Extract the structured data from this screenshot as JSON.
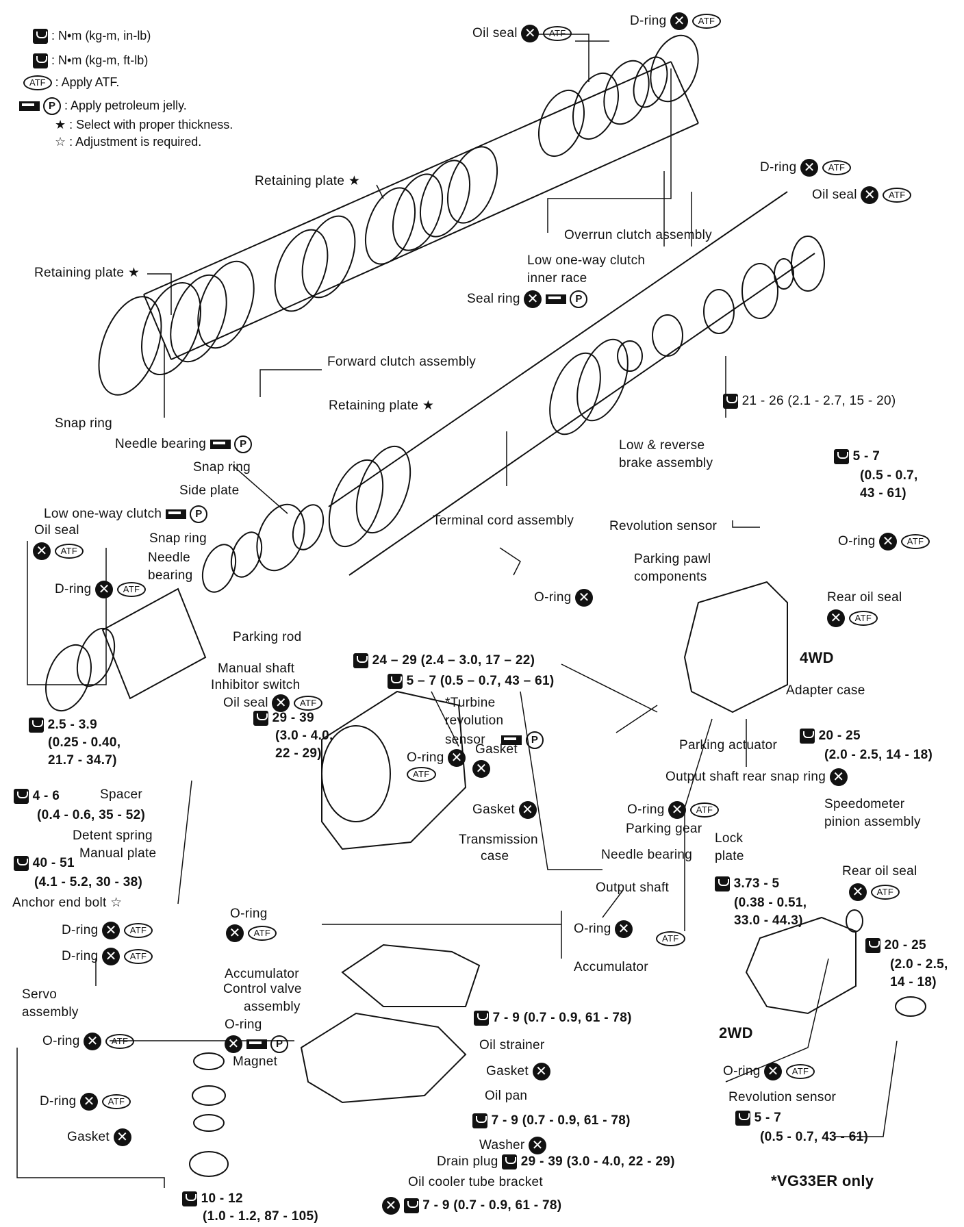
{
  "legend": {
    "torque_in_lb": ": N•m (kg-m, in-lb)",
    "torque_ft_lb": ": N•m (kg-m, ft-lb)",
    "atf_symbol": "ATF",
    "atf": ": Apply ATF.",
    "petroleum_jelly": ": Apply petroleum jelly.",
    "petroleum_symbol": "P",
    "select_symbol": "★",
    "select": ": Select with proper thickness.",
    "adjust_symbol": "☆",
    "adjust": ": Adjustment is required."
  },
  "labels": {
    "oil_seal_top": "Oil seal",
    "d_ring_top": "D-ring",
    "retaining_plate_1": "Retaining plate ★",
    "d_ring_right": "D-ring",
    "oil_seal_right": "Oil seal",
    "overrun_clutch": "Overrun clutch assembly",
    "retaining_plate_2": "Retaining plate ★",
    "low_one_way_clutch_inner_1": "Low one-way clutch",
    "low_one_way_clutch_inner_2": "inner race",
    "seal_ring": "Seal ring",
    "forward_clutch": "Forward clutch assembly",
    "torque_21_26": "21 - 26 (2.1 - 2.7, 15 - 20)",
    "snap_ring_1": "Snap ring",
    "retaining_plate_3": "Retaining plate ★",
    "needle_bearing_1": "Needle bearing",
    "low_reverse_1": "Low & reverse",
    "low_reverse_2": "brake assembly",
    "snap_ring_2": "Snap ring",
    "torque_5_7_top_1": "5 - 7",
    "torque_5_7_top_2": "(0.5 - 0.7,",
    "torque_5_7_top_3": "43 - 61)",
    "side_plate": "Side plate",
    "low_one_way_clutch": "Low one-way clutch",
    "terminal_cord": "Terminal cord assembly",
    "revolution_sensor_1": "Revolution sensor",
    "oil_seal_left": "Oil seal",
    "snap_ring_3": "Snap ring",
    "o_ring_1": "O-ring",
    "needle_bearing_2a": "Needle",
    "needle_bearing_2b": "bearing",
    "parking_pawl_1": "Parking pawl",
    "parking_pawl_2": "components",
    "d_ring_left": "D-ring",
    "o_ring_2": "O-ring",
    "rear_oil_seal_1": "Rear oil seal",
    "parking_rod": "Parking rod",
    "torque_24_29": "24 – 29 (2.4 – 3.0, 17 – 22)",
    "torque_5_7_mid": "5 – 7 (0.5 – 0.7, 43 – 61)",
    "label_4wd": "4WD",
    "manual_shaft": "Manual shaft",
    "inhibitor_switch": "Inhibitor switch",
    "oil_seal_mid": "Oil seal",
    "turbine_1": "*Turbine",
    "turbine_2": "revolution",
    "turbine_3": "sensor",
    "adapter_case": "Adapter case",
    "torque_29_39_1": "29 - 39",
    "torque_29_39_2": "(3.0 - 4.0,",
    "torque_29_39_3": "22 - 29)",
    "torque_2_5_1": "2.5 - 3.9",
    "torque_2_5_2": "(0.25 - 0.40,",
    "torque_2_5_3": "21.7 - 34.7)",
    "torque_20_25_a1": "20 - 25",
    "torque_20_25_a2": "(2.0 - 2.5, 14 - 18)",
    "parking_actuator": "Parking actuator",
    "o_ring_3": "O-ring",
    "gasket_1": "Gasket",
    "output_snap_ring": "Output shaft rear snap ring",
    "spacer": "Spacer",
    "torque_4_6_1": "4 - 6",
    "torque_4_6_2": "(0.4 - 0.6, 35 - 52)",
    "gasket_2": "Gasket",
    "o_ring_4": "O-ring",
    "speedometer_1": "Speedometer",
    "speedometer_2": "pinion assembly",
    "parking_gear": "Parking gear",
    "detent_spring": "Detent spring",
    "transmission_case_1": "Transmission",
    "transmission_case_2": "case",
    "lock_plate_1": "Lock",
    "lock_plate_2": "plate",
    "manual_plate": "Manual plate",
    "needle_bearing_3": "Needle bearing",
    "rear_oil_seal_2": "Rear oil seal",
    "torque_40_51_1": "40 - 51",
    "torque_40_51_2": "(4.1 - 5.2, 30 - 38)",
    "output_shaft": "Output shaft",
    "torque_373_1": "3.73 - 5",
    "torque_373_2": "(0.38 - 0.51,",
    "torque_373_3": "33.0 - 44.3)",
    "anchor_end_bolt": "Anchor end bolt ☆",
    "o_ring_5": "O-ring",
    "o_ring_6": "O-ring",
    "d_ring_a": "D-ring",
    "d_ring_b": "D-ring",
    "accumulator_1": "Accumulator",
    "accumulator_2": "Accumulator",
    "torque_20_25_b1": "20 - 25",
    "torque_20_25_b2": "(2.0 - 2.5,",
    "torque_20_25_b3": "14 - 18)",
    "control_valve_1": "Control valve",
    "control_valve_2": "assembly",
    "servo_1": "Servo",
    "servo_2": "assembly",
    "o_ring_7": "O-ring",
    "torque_7_9_a": "7 - 9 (0.7 - 0.9, 61 - 78)",
    "label_2wd": "2WD",
    "oil_strainer": "Oil strainer",
    "o_ring_8": "O-ring",
    "magnet": "Magnet",
    "gasket_3": "Gasket",
    "o_ring_9": "O-ring",
    "revolution_sensor_2": "Revolution sensor",
    "oil_pan": "Oil pan",
    "d_ring_c": "D-ring",
    "torque_7_9_b": "7 - 9 (0.7 - 0.9, 61 - 78)",
    "torque_5_7_bot_1": "5 - 7",
    "torque_5_7_bot_2": "(0.5 - 0.7, 43 - 61)",
    "gasket_4": "Gasket",
    "washer": "Washer",
    "drain_plug": "Drain plug",
    "torque_29_39_b": "29 - 39 (3.0 - 4.0, 22 - 29)",
    "vg33er": "*VG33ER only",
    "oil_cooler_bracket": "Oil cooler tube bracket",
    "torque_10_12_1": "10 - 12",
    "torque_10_12_2": "(1.0 - 1.2, 87 - 105)",
    "torque_7_9_c": "7 - 9 (0.7 - 0.9, 61 - 78)"
  }
}
